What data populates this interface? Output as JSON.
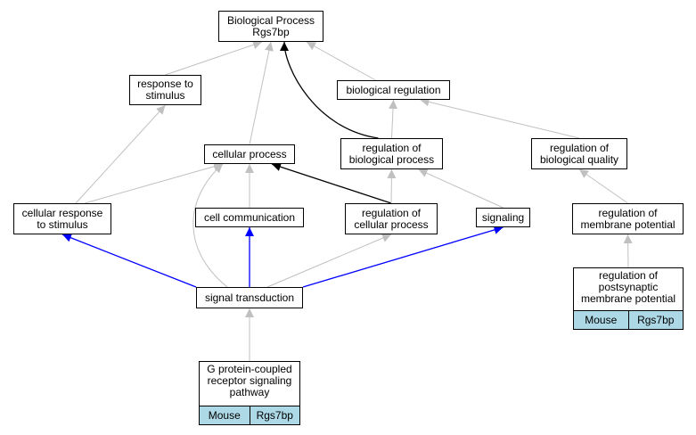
{
  "colors": {
    "grey_edge": "#c0c0c0",
    "black_edge": "#000000",
    "blue_edge": "#0000ff",
    "annotation_fill": "#add8e6"
  },
  "nodes": {
    "bp": {
      "lines": [
        "Biological Process",
        "Rgs7bp"
      ]
    },
    "rts": {
      "lines": [
        "response to",
        "stimulus"
      ]
    },
    "br": {
      "lines": [
        "biological regulation"
      ]
    },
    "cp": {
      "lines": [
        "cellular process"
      ]
    },
    "rbp": {
      "lines": [
        "regulation of",
        "biological process"
      ]
    },
    "rbq": {
      "lines": [
        "regulation of",
        "biological quality"
      ]
    },
    "crs": {
      "lines": [
        "cellular response",
        "to stimulus"
      ]
    },
    "cc": {
      "lines": [
        "cell communication"
      ]
    },
    "rcp": {
      "lines": [
        "regulation of",
        "cellular process"
      ]
    },
    "sig": {
      "lines": [
        "signaling"
      ]
    },
    "rmp": {
      "lines": [
        "regulation of",
        "membrane potential"
      ]
    },
    "rpmp": {
      "lines": [
        "regulation of",
        "postsynaptic",
        "membrane potential"
      ],
      "annotation": [
        "Mouse",
        "Rgs7bp"
      ]
    },
    "st": {
      "lines": [
        "signal transduction"
      ]
    },
    "gpcr": {
      "lines": [
        "G protein-coupled",
        "receptor signaling",
        "pathway"
      ],
      "annotation": [
        "Mouse",
        "Rgs7bp"
      ]
    }
  },
  "edges": [
    {
      "from": "rts",
      "to": "bp",
      "color": "grey"
    },
    {
      "from": "cp",
      "to": "bp",
      "color": "grey"
    },
    {
      "from": "rbp",
      "to": "bp",
      "color": "black"
    },
    {
      "from": "br",
      "to": "bp",
      "color": "grey"
    },
    {
      "from": "rbp",
      "to": "br",
      "color": "grey"
    },
    {
      "from": "rbq",
      "to": "br",
      "color": "grey"
    },
    {
      "from": "crs",
      "to": "rts",
      "color": "grey"
    },
    {
      "from": "crs",
      "to": "cp",
      "color": "grey"
    },
    {
      "from": "cc",
      "to": "cp",
      "color": "grey"
    },
    {
      "from": "rcp",
      "to": "cp",
      "color": "black"
    },
    {
      "from": "st",
      "to": "cp",
      "color": "grey"
    },
    {
      "from": "rcp",
      "to": "rbp",
      "color": "grey"
    },
    {
      "from": "sig",
      "to": "rbp",
      "color": "grey"
    },
    {
      "from": "rmp",
      "to": "rbq",
      "color": "grey"
    },
    {
      "from": "st",
      "to": "crs",
      "color": "blue"
    },
    {
      "from": "st",
      "to": "cc",
      "color": "blue"
    },
    {
      "from": "st",
      "to": "rcp",
      "color": "grey"
    },
    {
      "from": "st",
      "to": "sig",
      "color": "blue"
    },
    {
      "from": "rpmp",
      "to": "rmp",
      "color": "grey"
    },
    {
      "from": "gpcr",
      "to": "st",
      "color": "grey"
    }
  ]
}
